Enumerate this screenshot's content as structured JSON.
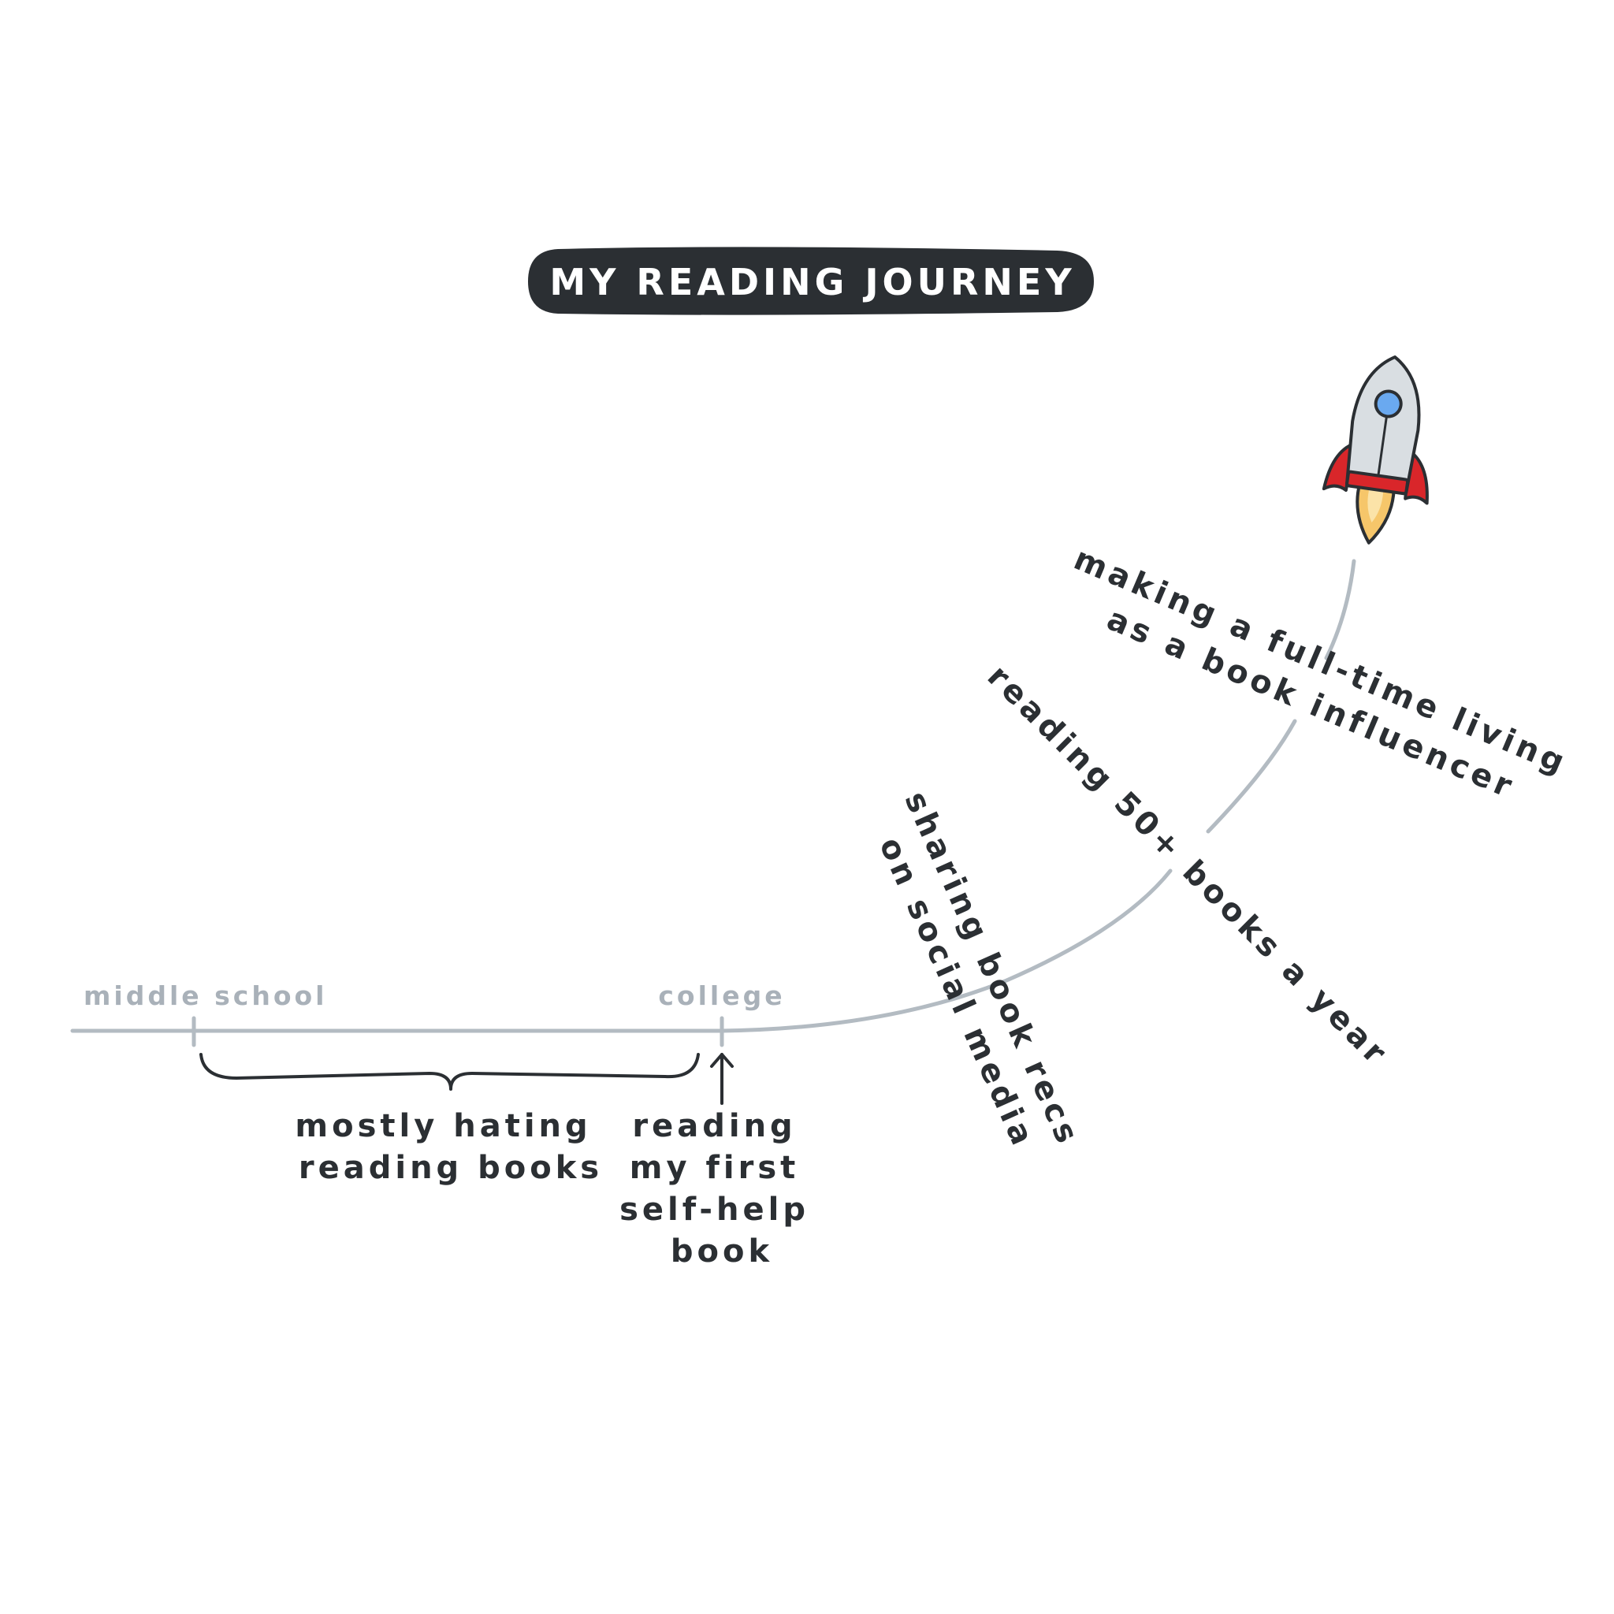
{
  "title": "MY READING JOURNEY",
  "timeline": {
    "markers": [
      {
        "label": "middle school"
      },
      {
        "label": "college"
      }
    ]
  },
  "notes": {
    "hating": [
      "mostly hating",
      "reading books"
    ],
    "first_self_help": [
      "reading",
      "my first",
      "self-help",
      "book"
    ],
    "sharing": [
      "sharing book recs",
      "on social media"
    ],
    "fifty_books": [
      "reading 50+ books a year"
    ],
    "influencer": [
      "making a full-time living",
      "as a book influencer"
    ]
  },
  "icons": {
    "rocket": "rocket-icon",
    "arrow": "up-arrow-icon",
    "brace": "curly-brace"
  },
  "colors": {
    "title_bg": "#2b2f33",
    "timeline": "#b3bbc2",
    "text": "#2b2f33",
    "rocket_body": "#d9dee2",
    "rocket_window": "#6aa9f0",
    "rocket_fins": "#d9262a",
    "rocket_flame": "#f6c66a"
  }
}
